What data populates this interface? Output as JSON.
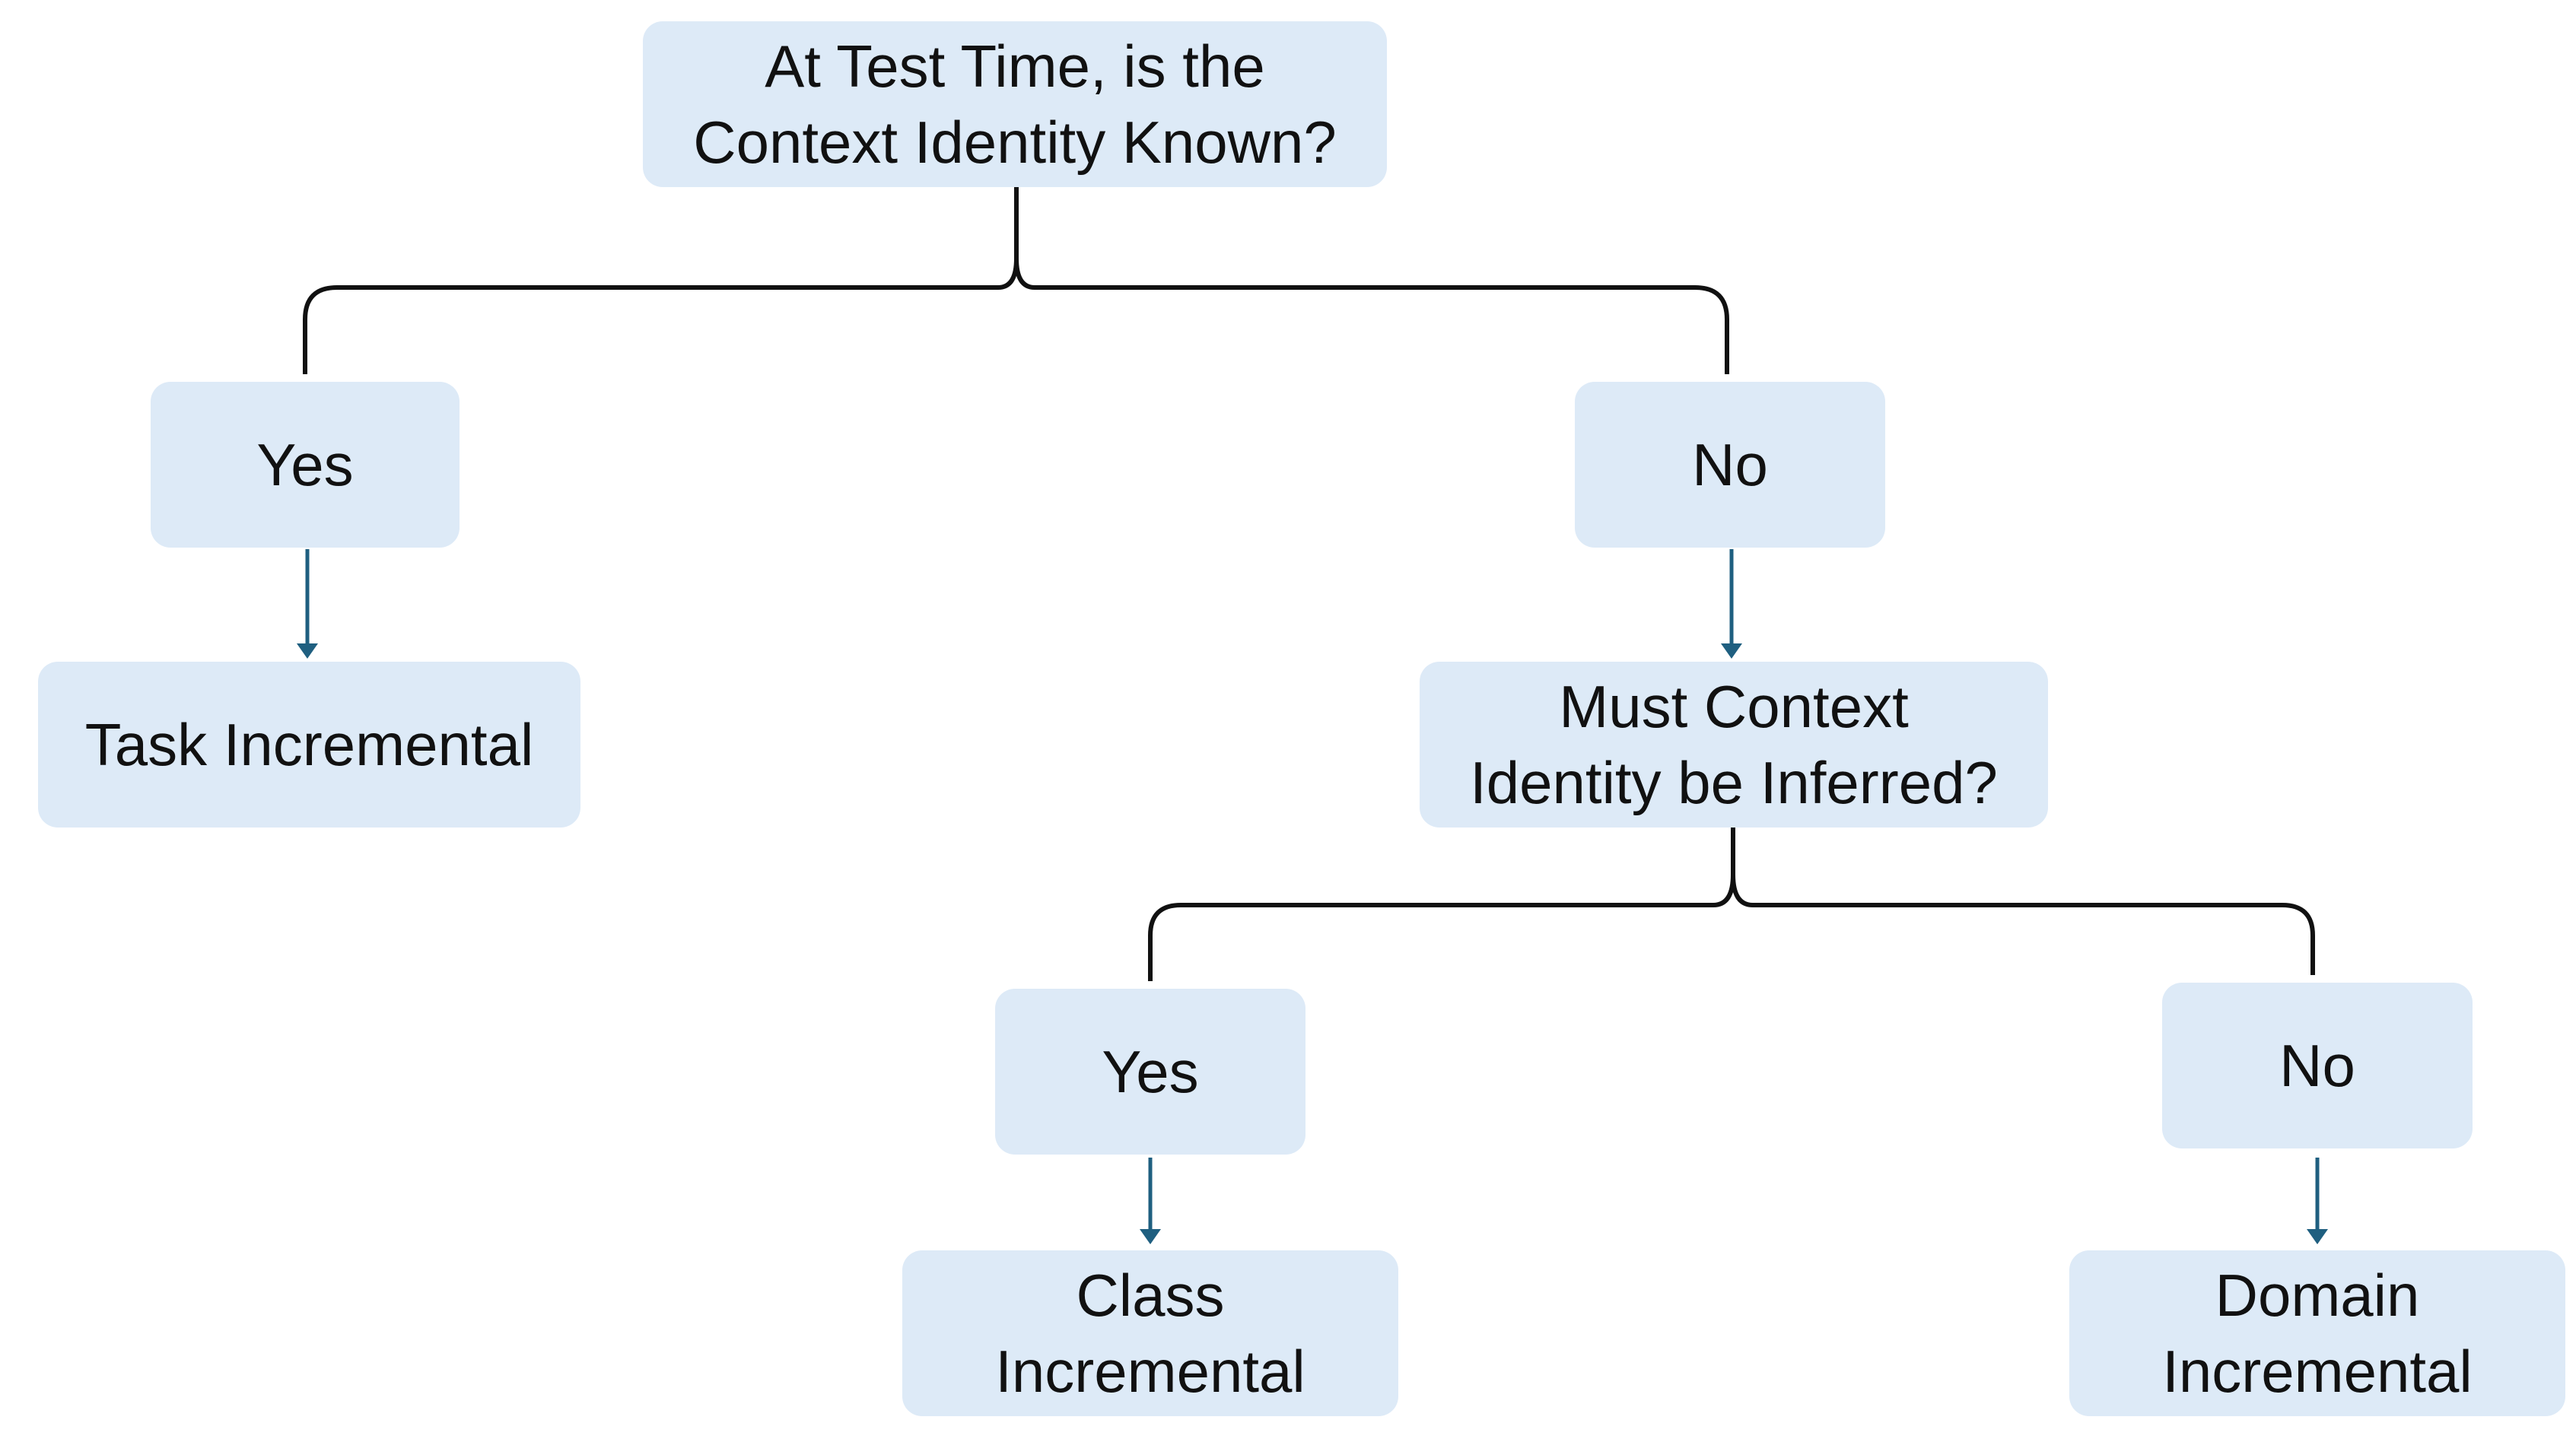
{
  "nodes": {
    "root": "At Test Time, is the\nContext Identity Known?",
    "yes_1": "Yes",
    "no_1": "No",
    "task_incremental": "Task Incremental",
    "must_infer": "Must Context\nIdentity be Inferred?",
    "yes_2": "Yes",
    "no_2": "No",
    "class_incremental": "Class\nIncremental",
    "domain_incremental": "Domain\nIncremental"
  },
  "colors": {
    "node_fill": "#ddeaf7",
    "bracket_line": "#111111",
    "arrow": "#1f5f80"
  }
}
